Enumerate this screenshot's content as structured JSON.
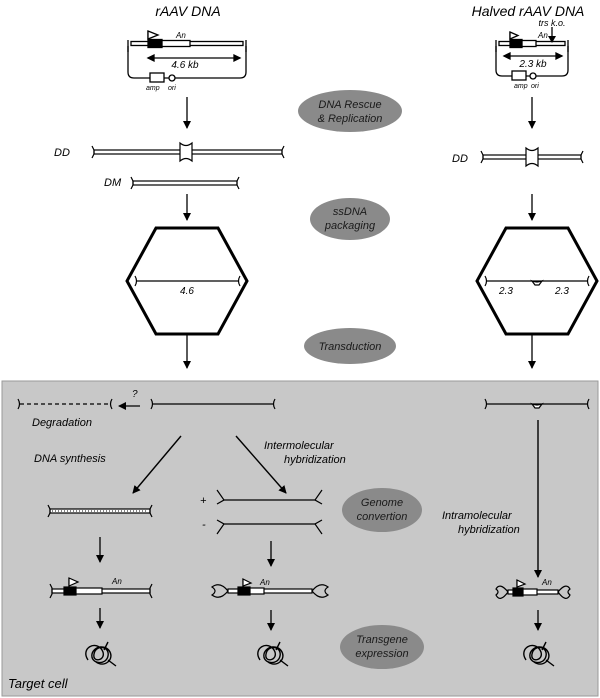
{
  "headings": {
    "left_title": "rAAV DNA",
    "right_title": "Halved rAAV DNA"
  },
  "plasmid_left": {
    "an": "An",
    "size": "4.6 kb",
    "amp": "amp",
    "ori": "ori"
  },
  "plasmid_right": {
    "an": "An",
    "size": "2.3 kb",
    "amp": "amp",
    "ori": "ori",
    "trs": "trs k.o."
  },
  "dd_label": "DD",
  "dm_label": "DM",
  "capsid_left_label": "4.6",
  "capsid_right_label_a": "2.3",
  "capsid_right_label_b": "2.3",
  "steps": {
    "rescue_1": "DNA Rescue",
    "rescue_2": "& Replication",
    "package_1": "ssDNA",
    "package_2": "packaging",
    "transduction": "Transduction",
    "genome_1": "Genome",
    "genome_2": "convertion",
    "expression_1": "Transgene",
    "expression_2": "expression"
  },
  "cell_labels": {
    "degradation": "Degradation",
    "dna_synthesis": "DNA synthesis",
    "inter_1": "Intermolecular",
    "inter_2": "hybridization",
    "intra_1": "Intramolecular",
    "intra_2": "hybridization",
    "plus": "+",
    "minus": "-",
    "target_cell": "Target cell",
    "an_a": "An",
    "an_b": "An",
    "an_c": "An",
    "question": "?"
  },
  "colors": {
    "cell_background": "#c8c8c8",
    "pill_fill": "#8a8a8a",
    "stroke": "#000000"
  }
}
